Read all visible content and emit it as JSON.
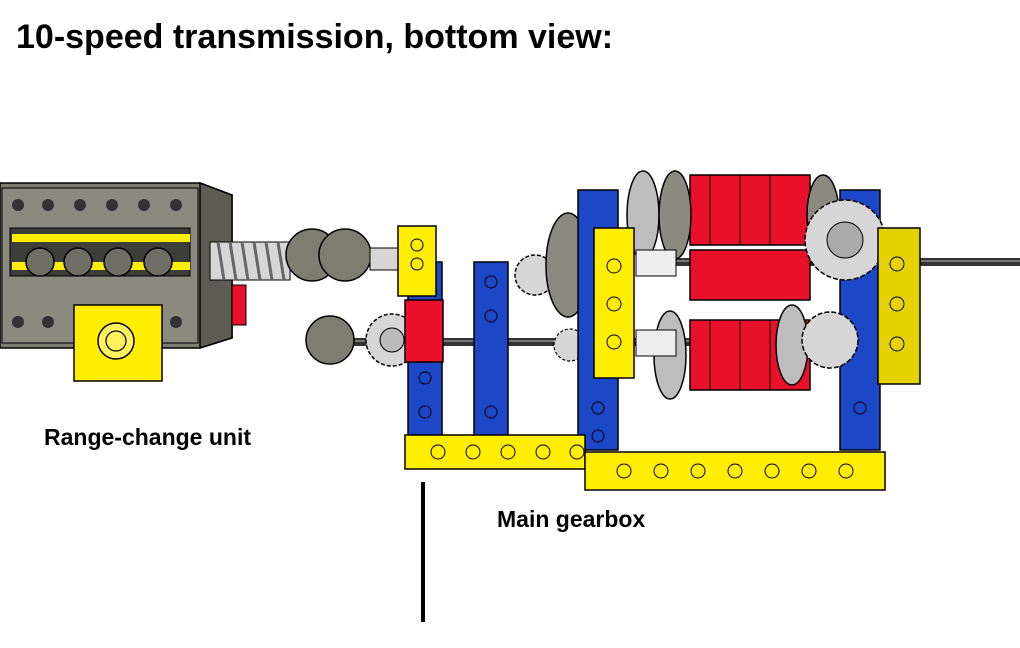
{
  "title": "10-speed transmission, bottom view:",
  "labels": {
    "range_change": "Range-change unit",
    "main_gearbox": "Main gearbox"
  },
  "colors": {
    "yellow": "#ffee00",
    "blue": "#1c47c6",
    "red": "#e8102a",
    "gray": "#8a8a7e",
    "dark_gray": "#5c5c52",
    "light_gray": "#d6d6d6",
    "black": "#000000"
  }
}
